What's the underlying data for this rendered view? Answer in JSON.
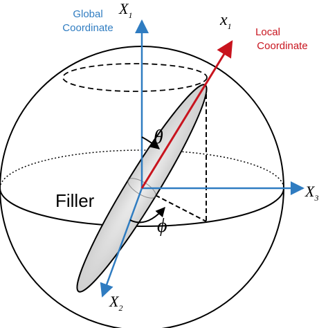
{
  "labels": {
    "global_title_line1": "Global",
    "global_title_line2": "Coordinate",
    "local_title_line1": "Local",
    "local_title_line2": "Coordinate",
    "filler": "Filler",
    "theta": "θ",
    "phi": "ϕ",
    "X1_main": "X",
    "X1_sub": "1",
    "X2_main": "X",
    "X2_sub": "2",
    "X3_main": "X",
    "X3_sub": "3",
    "x1_main": "x",
    "x1_sub": "1"
  },
  "colors": {
    "global_axis": "#2f7cc1",
    "local_axis": "#c8141e",
    "outline": "#000000",
    "filler_fill": "#d7d7d7"
  }
}
